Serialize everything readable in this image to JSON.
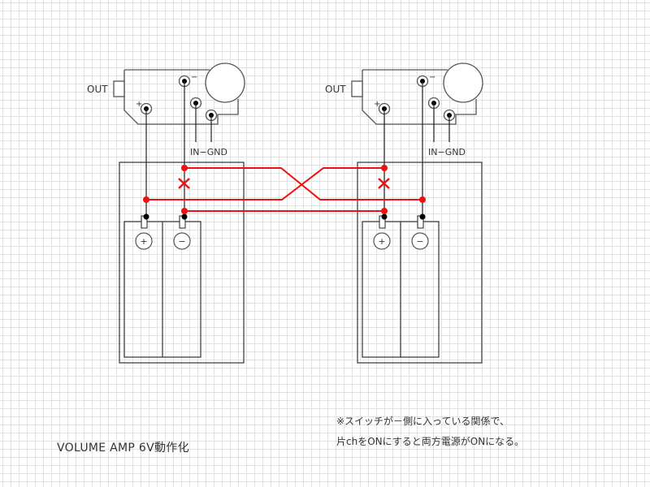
{
  "title": "VOLUME AMP  6V動作化",
  "note": {
    "line1": "※スイッチが－側に入っている関係で、",
    "line2": "片chをONにすると両方電源がONになる。"
  },
  "colors": {
    "wire": "#222222",
    "modified_wire": "#ee1111",
    "cut_mark": "#ee1111",
    "grid": "#cfe8f8",
    "outline": "#555555"
  },
  "amps": [
    {
      "side": "left",
      "out_label": "OUT",
      "plus_label": "+",
      "minus_label": "−",
      "in_gnd_label": "IN−GND",
      "battery": {
        "plus_symbol": "+",
        "minus_symbol": "−"
      },
      "cut_wire": "minus"
    },
    {
      "side": "right",
      "out_label": "OUT",
      "plus_label": "+",
      "minus_label": "−",
      "in_gnd_label": "IN−GND",
      "battery": {
        "plus_symbol": "+",
        "minus_symbol": "−"
      },
      "cut_wire": "plus"
    }
  ],
  "icons": {
    "cut_mark": "x-mark-icon",
    "junction": "dot-icon"
  }
}
